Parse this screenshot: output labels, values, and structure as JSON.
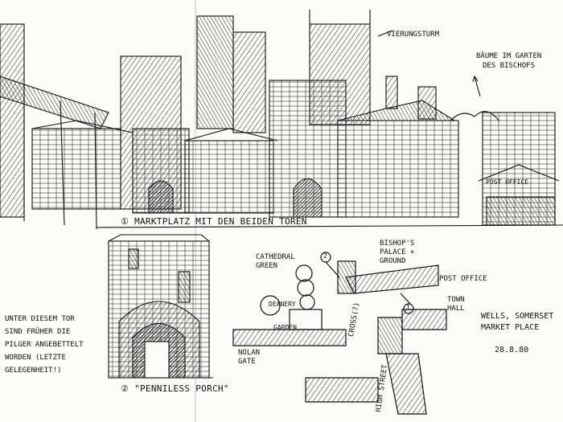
{
  "sketch": {
    "top_caption": "① MARKTPLATZ MIT DEN BEIDEN TOREN",
    "vierungsturm_label": "VIERUNGSTURM",
    "trees_label": [
      "BÄUME IM GARTEN",
      "DES BISCHOFS"
    ],
    "post_office_sign": "POST OFFICE",
    "left_note": [
      "UNTER DIESEM TOR",
      "SIND FRÜHER DIE",
      "PILGER ANGEBETTELT",
      "WORDEN (LETZTE",
      "GELEGENHEIT!)"
    ],
    "porch_caption": "② \"PENNILESS PORCH\"",
    "map": {
      "cathedral_green": [
        "CATHEDRAL",
        "GREEN"
      ],
      "bishops_palace": [
        "BISHOP'S",
        "PALACE +",
        "GROUND"
      ],
      "post_office": "POST OFFICE",
      "town_hall": [
        "TOWN",
        "HALL"
      ],
      "deanery": "DEANERY",
      "garden": "GARDEN",
      "nolan_gate": [
        "NOLAN",
        "GATE"
      ],
      "cross": "CROSS(?)",
      "high_street": "HIGH STREET",
      "marker_1": "1",
      "marker_2": "2"
    },
    "place": [
      "WELLS, SOMERSET",
      "MARKET PLACE"
    ],
    "date": "28.8.80"
  }
}
